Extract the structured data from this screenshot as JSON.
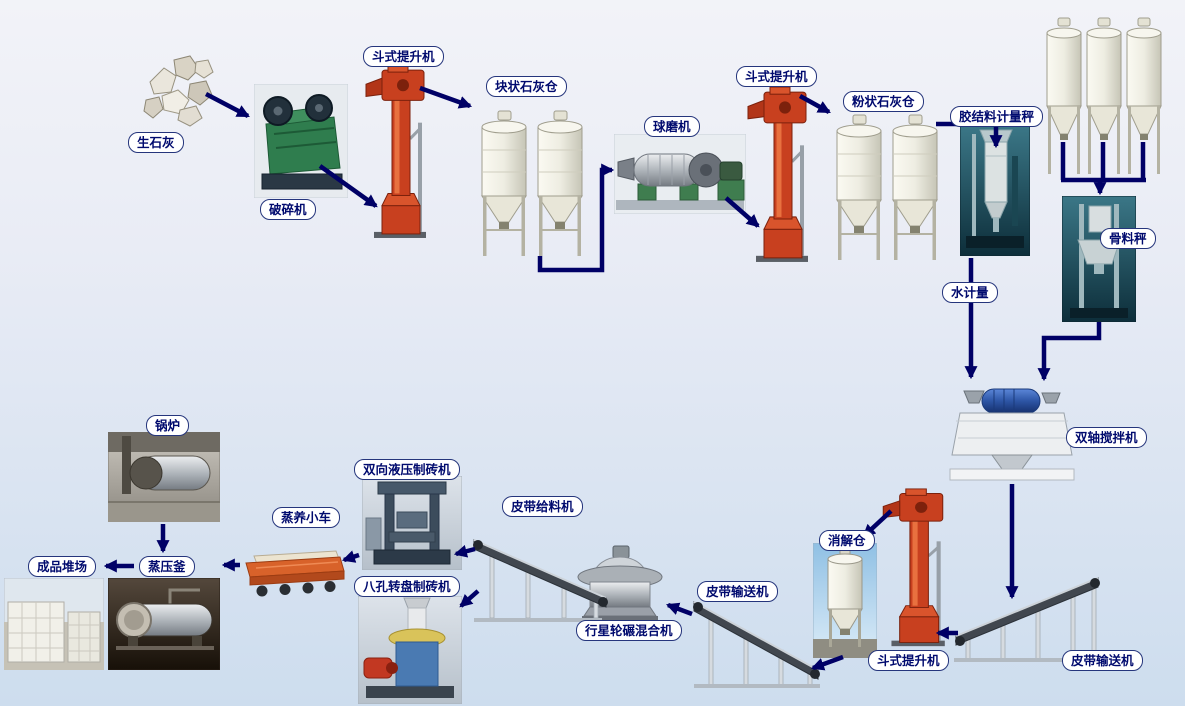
{
  "diagram": {
    "type": "process-flow",
    "colors": {
      "arrow": "#000066",
      "label_text": "#000a6e",
      "label_border": "#25357c",
      "label_bg": "#ffffff",
      "elevator_red": "#c8401f",
      "silo_body": "#f6f5ec",
      "mixer_motor_blue": "#2d55a5",
      "photo_teal": "#2e6a76",
      "background_top": "#f2f3f8",
      "background_bottom": "#cdddee"
    },
    "nodes": {
      "quicklime": {
        "label": "生石灰"
      },
      "crusher": {
        "label": "破碎机"
      },
      "bucket_elevator_1": {
        "label": "斗式提升机"
      },
      "lump_lime_silo": {
        "label": "块状石灰仓"
      },
      "ball_mill": {
        "label": "球磨机"
      },
      "bucket_elevator_2": {
        "label": "斗式提升机"
      },
      "powder_lime_silo": {
        "label": "粉状石灰仓"
      },
      "binder_scale": {
        "label": "胶结料计量秤"
      },
      "aggregate_silos": {
        "label": ""
      },
      "aggregate_scale": {
        "label": "骨料秤"
      },
      "water_meter": {
        "label": "水计量"
      },
      "twin_shaft_mixer": {
        "label": "双轴搅拌机"
      },
      "belt_conveyor_right": {
        "label": "皮带输送机"
      },
      "bucket_elevator_3": {
        "label": "斗式提升机"
      },
      "digestion_silo": {
        "label": "消解仓"
      },
      "belt_conveyor_mid": {
        "label": "皮带输送机"
      },
      "planetary_mixer": {
        "label": "行星轮碾混合机"
      },
      "belt_feeder": {
        "label": "皮带给料机"
      },
      "hydraulic_brick_machine": {
        "label": "双向液压制砖机"
      },
      "rotary_brick_machine": {
        "label": "八孔转盘制砖机"
      },
      "steam_curing_cart": {
        "label": "蒸养小车"
      },
      "autoclave": {
        "label": "蒸压釜"
      },
      "boiler": {
        "label": "锅炉"
      },
      "product_yard": {
        "label": "成品堆场"
      }
    },
    "connections": [
      {
        "from": "quicklime",
        "to": "crusher"
      },
      {
        "from": "crusher",
        "to": "bucket_elevator_1"
      },
      {
        "from": "bucket_elevator_1",
        "to": "lump_lime_silo"
      },
      {
        "from": "lump_lime_silo",
        "to": "ball_mill"
      },
      {
        "from": "ball_mill",
        "to": "bucket_elevator_2"
      },
      {
        "from": "bucket_elevator_2",
        "to": "powder_lime_silo"
      },
      {
        "from": "powder_lime_silo",
        "to": "binder_scale"
      },
      {
        "from": "binder_scale",
        "to": "twin_shaft_mixer"
      },
      {
        "from": "water_meter",
        "to": "twin_shaft_mixer"
      },
      {
        "from": "aggregate_silos",
        "to": "aggregate_scale"
      },
      {
        "from": "aggregate_scale",
        "to": "twin_shaft_mixer"
      },
      {
        "from": "twin_shaft_mixer",
        "to": "belt_conveyor_right"
      },
      {
        "from": "belt_conveyor_right",
        "to": "bucket_elevator_3"
      },
      {
        "from": "bucket_elevator_3",
        "to": "digestion_silo"
      },
      {
        "from": "digestion_silo",
        "to": "belt_conveyor_mid"
      },
      {
        "from": "belt_conveyor_mid",
        "to": "planetary_mixer"
      },
      {
        "from": "planetary_mixer",
        "to": "belt_feeder"
      },
      {
        "from": "belt_feeder",
        "to": "hydraulic_brick_machine"
      },
      {
        "from": "belt_feeder",
        "to": "rotary_brick_machine"
      },
      {
        "from": "hydraulic_brick_machine",
        "to": "steam_curing_cart"
      },
      {
        "from": "steam_curing_cart",
        "to": "autoclave"
      },
      {
        "from": "autoclave",
        "to": "product_yard"
      },
      {
        "from": "boiler",
        "to": "autoclave"
      }
    ]
  }
}
